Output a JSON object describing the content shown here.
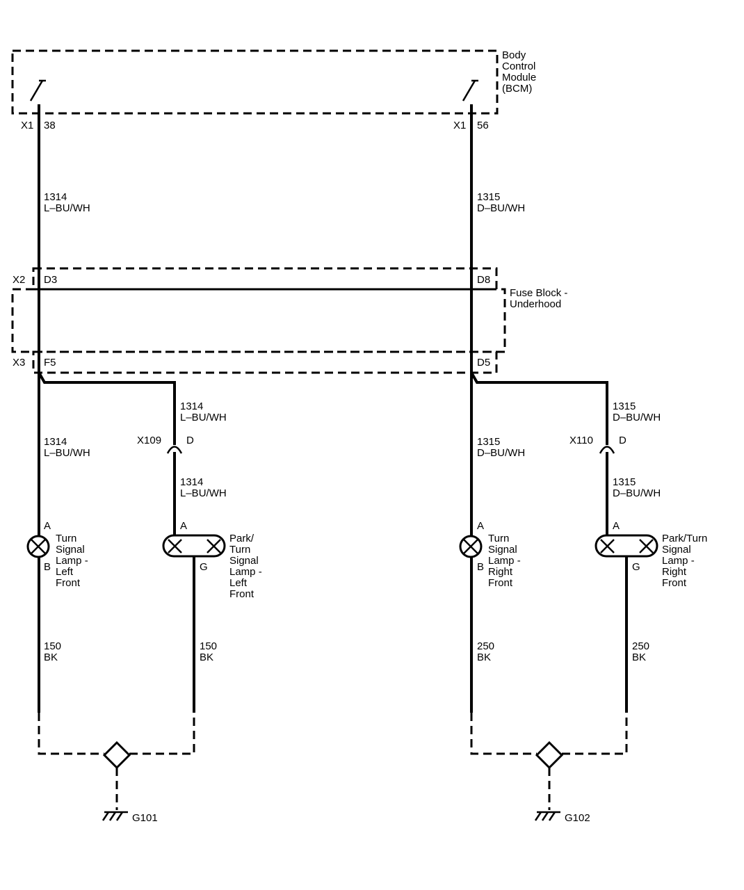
{
  "bcm": {
    "name": "Body\nControl\nModule\n(BCM)",
    "left_connector": "X1",
    "left_pin": "38",
    "right_connector": "X1",
    "right_pin": "56"
  },
  "fuse_block": {
    "name": "Fuse Block -\nUnderhood",
    "connector_top": "X2",
    "connector_bottom": "X3",
    "left_top_pin": "D3",
    "right_top_pin": "D8",
    "left_bottom_pin": "F5",
    "right_bottom_pin": "D5"
  },
  "wires": {
    "left_main": "1314\nL–BU/WH",
    "left_lower": "1314\nL–BU/WH",
    "left_branch_upper": "1314\nL–BU/WH",
    "left_branch_lower": "1314\nL–BU/WH",
    "right_main": "1315\nD–BU/WH",
    "right_lower": "1315\nD–BU/WH",
    "right_branch_upper": "1315\nD–BU/WH",
    "right_branch_lower": "1315\nD–BU/WH",
    "ground_left_1": "150\nBK",
    "ground_left_2": "150\nBK",
    "ground_right_1": "250\nBK",
    "ground_right_2": "250\nBK"
  },
  "connectors": {
    "left_inline": "X109",
    "left_inline_pin": "D",
    "right_inline": "X110",
    "right_inline_pin": "D"
  },
  "lamps": {
    "left_turn": {
      "name": "Turn\nSignal\nLamp -\nLeft\nFront",
      "pin_top": "A",
      "pin_bottom": "B"
    },
    "left_park": {
      "name": "Park/\nTurn\nSignal\nLamp -\nLeft\nFront",
      "pin_top": "A",
      "pin_bottom": "G"
    },
    "right_turn": {
      "name": "Turn\nSignal\nLamp -\nRight\nFront",
      "pin_top": "A",
      "pin_bottom": "B"
    },
    "right_park": {
      "name": "Park/Turn\nSignal\nLamp -\nRight\nFront",
      "pin_top": "A",
      "pin_bottom": "G"
    }
  },
  "grounds": {
    "left": "G101",
    "right": "G102"
  }
}
